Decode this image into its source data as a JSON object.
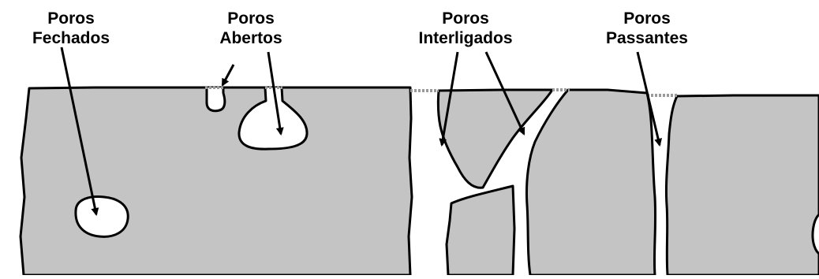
{
  "labels": {
    "fechados": {
      "line1": "Poros",
      "line2": "Fechados"
    },
    "abertos": {
      "line1": "Poros",
      "line2": "Abertos"
    },
    "interligados": {
      "line1": "Poros",
      "line2": "Interligados"
    },
    "passantes": {
      "line1": "Poros",
      "line2": "Passantes"
    }
  },
  "colors": {
    "solid": "#c4c4c4",
    "pore": "#ffffff",
    "outline": "#000000",
    "opening": "#9a9a9a"
  }
}
